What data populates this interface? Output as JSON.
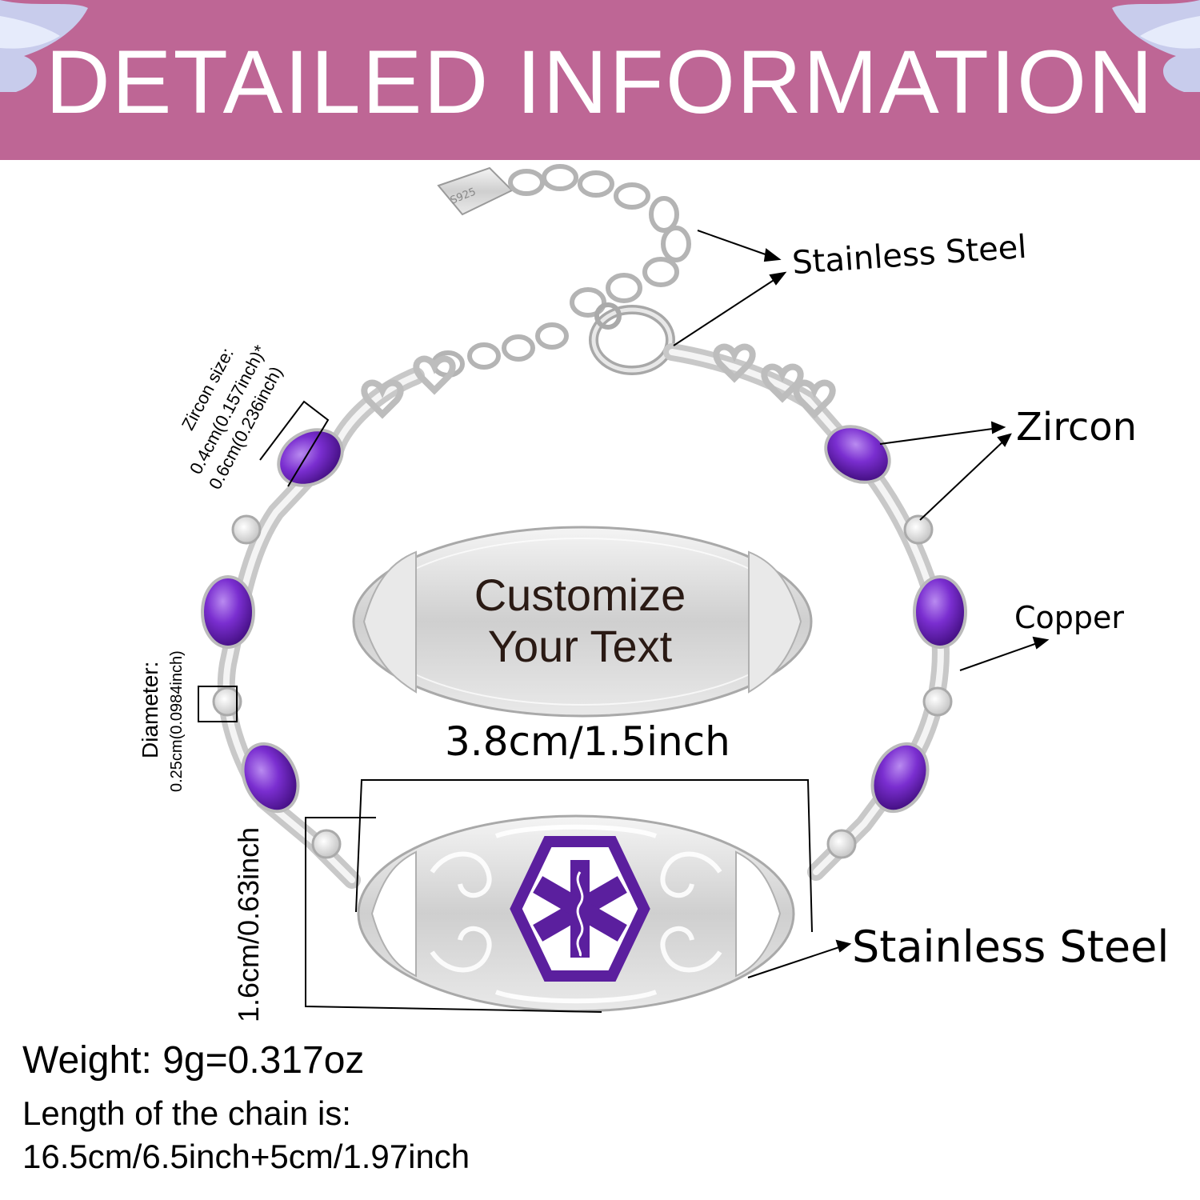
{
  "banner": {
    "title": "DETAILED INFORMATION",
    "color": "#be6695"
  },
  "callouts": {
    "chain_material": "Stainless Steel",
    "stone": "Zircon",
    "link_material": "Copper",
    "tag_material": "Stainless Steel"
  },
  "tag": {
    "engraving_line1": "Customize",
    "engraving_line2": "Your Text",
    "stamp": "S925",
    "icon": "star-of-life-icon",
    "accent": "#5b1f9e"
  },
  "dimensions": {
    "zircon_title": "Zircon size:",
    "zircon_size": "0.4cm(0.157inch)*",
    "zircon_size2": "0.6cm(0.236inch)",
    "diameter_title": "Diameter:",
    "diameter_value": "0.25cm(0.0984inch)",
    "tag_width": "3.8cm/1.5inch",
    "tag_height": "1.6cm/0.63inch"
  },
  "specs": {
    "weight": "Weight: 9g=0.317oz",
    "chain_length_label": "Length of the chain is:",
    "chain_length_value": "16.5cm/6.5inch+5cm/1.97inch"
  },
  "colors": {
    "amethyst": "#6a1fb0",
    "silver": "#d9d9d9"
  }
}
